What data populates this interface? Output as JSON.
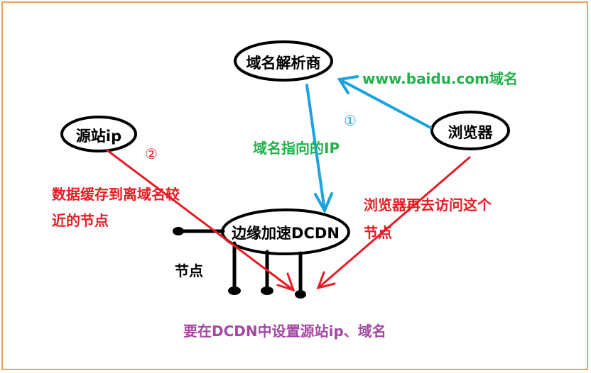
{
  "colors": {
    "blue": "#1aa3e0",
    "red": "#e81c24",
    "green": "#22b14c",
    "purple": "#a349a4",
    "black": "#000000",
    "frame": "#f0a060"
  },
  "nodes": {
    "dns": "域名解析商",
    "origin": "源站ip",
    "browser": "浏览器",
    "edge": "边缘加速DCDN",
    "node_label": "节点"
  },
  "annotations": {
    "url_domain": "www.baidu.com域名",
    "step1": "①",
    "step2": "②",
    "dns_points_ip": "域名指向的IP",
    "cache_line1": "数据缓存到离域名较",
    "cache_line2": "近的节点",
    "browser_visit_line1": "浏览器再去访问这个",
    "browser_visit_line2": "节点",
    "config_note": "要在DCDN中设置源站ip、域名"
  }
}
